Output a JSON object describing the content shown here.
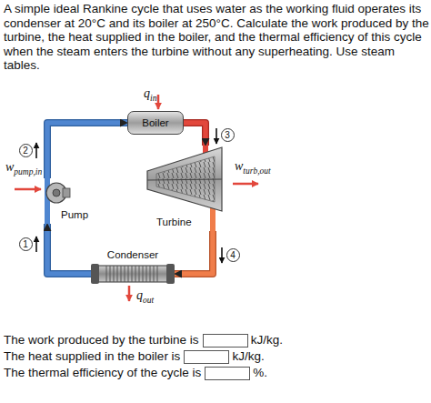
{
  "diagram": {
    "title": "A simple ideal Rankine cycle that uses water as the working fluid operates its condenser at 20°C and its boiler at 250°C. Calculate the work produced by the turbine, the heat supplied in the boiler, and the thermal efficiency of this cycle when the steam enters the turbine without any superheating. Use steam tables.",
    "nodes": [
      {
        "text": [
          "Boiler"
        ]
      },
      {
        "text": [
          "2"
        ]
      },
      {
        "text": [
          "3"
        ]
      },
      {
        "text": [
          "Pump"
        ]
      },
      {
        "text": [
          "Turbine"
        ]
      },
      {
        "text": [
          "1"
        ]
      },
      {
        "text": [
          "4"
        ]
      },
      {
        "text": [
          "Condenser"
        ]
      }
    ],
    "edges": [
      {
        "from": 3,
        "to": 0,
        "arrow": "to"
      },
      {
        "from": 0,
        "to": 4,
        "arrow": "to"
      },
      {
        "from": 4,
        "to": 7,
        "arrow": "to"
      },
      {
        "from": 7,
        "to": 3,
        "arrow": "to"
      }
    ],
    "labels": [
      "q",
      "in",
      "w",
      "pump,in",
      "w",
      "turb,out",
      "q",
      "out",
      "The work produced by the turbine is",
      "kJ/kg.",
      "The heat supplied in the boiler is",
      "kJ/kg.",
      "The thermal efficiency of the cycle is",
      "%."
    ]
  }
}
